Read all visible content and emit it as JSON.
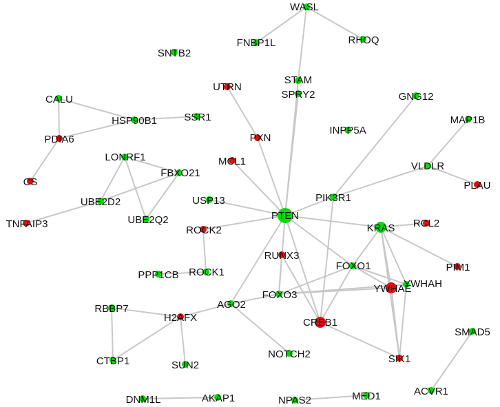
{
  "colors": {
    "upregulated_node": "#00dd00",
    "downregulated_node": "#dd1111",
    "edge": "#c8c8c8",
    "label": "#111111"
  },
  "network": {
    "nodes": [
      {
        "id": "WASL",
        "color": "green"
      },
      {
        "id": "RHOQ",
        "color": "green"
      },
      {
        "id": "FNBP1L",
        "color": "green"
      },
      {
        "id": "SNTB2",
        "color": "green"
      },
      {
        "id": "STAM",
        "color": "green"
      },
      {
        "id": "UTRN",
        "color": "red"
      },
      {
        "id": "CALU",
        "color": "green"
      },
      {
        "id": "GNG12",
        "color": "green"
      },
      {
        "id": "HSP90B1",
        "color": "green"
      },
      {
        "id": "SSR1",
        "color": "green"
      },
      {
        "id": "SPRY2",
        "color": "green"
      },
      {
        "id": "MAP1B",
        "color": "green"
      },
      {
        "id": "PDIA6",
        "color": "red"
      },
      {
        "id": "PXN",
        "color": "red"
      },
      {
        "id": "INPP5A",
        "color": "green"
      },
      {
        "id": "LONRF1",
        "color": "green"
      },
      {
        "id": "MCL1",
        "color": "red"
      },
      {
        "id": "FBXO21",
        "color": "green"
      },
      {
        "id": "VLDLR",
        "color": "green"
      },
      {
        "id": "CS",
        "color": "red"
      },
      {
        "id": "PLAU",
        "color": "red"
      },
      {
        "id": "UBE2D2",
        "color": "green"
      },
      {
        "id": "USP13",
        "color": "green"
      },
      {
        "id": "PIK3R1",
        "color": "green"
      },
      {
        "id": "TNFAIP3",
        "color": "red"
      },
      {
        "id": "UBE2Q2",
        "color": "green"
      },
      {
        "id": "PTEN",
        "color": "green",
        "size": "large"
      },
      {
        "id": "RCL2",
        "color": "red"
      },
      {
        "id": "KRAS",
        "color": "green",
        "size": "medium"
      },
      {
        "id": "ROCK2",
        "color": "red"
      },
      {
        "id": "RUNX3",
        "color": "red"
      },
      {
        "id": "PIM1",
        "color": "red"
      },
      {
        "id": "FOXO1",
        "color": "green"
      },
      {
        "id": "PPP1CB",
        "color": "green"
      },
      {
        "id": "ROCK1",
        "color": "green"
      },
      {
        "id": "YWHAH",
        "color": "green"
      },
      {
        "id": "FOXO3",
        "color": "green"
      },
      {
        "id": "YWHAE",
        "color": "red",
        "size": "medium"
      },
      {
        "id": "RBBP7",
        "color": "green"
      },
      {
        "id": "AGO2",
        "color": "green"
      },
      {
        "id": "H2AFX",
        "color": "red"
      },
      {
        "id": "CREB1",
        "color": "red",
        "size": "medium"
      },
      {
        "id": "CTBP1",
        "color": "green"
      },
      {
        "id": "NOTCH2",
        "color": "green"
      },
      {
        "id": "SIK1",
        "color": "red"
      },
      {
        "id": "SMAD5",
        "color": "green"
      },
      {
        "id": "SUN2",
        "color": "green"
      },
      {
        "id": "ACVR1",
        "color": "green"
      },
      {
        "id": "DNM1L",
        "color": "green"
      },
      {
        "id": "AKAP1",
        "color": "green"
      },
      {
        "id": "NPAS2",
        "color": "green"
      },
      {
        "id": "MED1",
        "color": "green"
      }
    ],
    "edges": [
      [
        "WASL",
        "RHOQ"
      ],
      [
        "WASL",
        "FNBP1L"
      ],
      [
        "WASL",
        "STAM"
      ],
      [
        "STAM",
        "PTEN"
      ],
      [
        "SPRY2",
        "PTEN"
      ],
      [
        "UTRN",
        "PXN"
      ],
      [
        "PXN",
        "PTEN"
      ],
      [
        "PTEN",
        "MCL1"
      ],
      [
        "PTEN",
        "USP13"
      ],
      [
        "PTEN",
        "ROCK2"
      ],
      [
        "PTEN",
        "PIK3R1"
      ],
      [
        "PTEN",
        "KRAS"
      ],
      [
        "PTEN",
        "FOXO3"
      ],
      [
        "PTEN",
        "AGO2"
      ],
      [
        "PTEN",
        "CREB1"
      ],
      [
        "PTEN",
        "FOXO1"
      ],
      [
        "CALU",
        "HSP90B1"
      ],
      [
        "CALU",
        "PDIA6"
      ],
      [
        "HSP90B1",
        "SSR1"
      ],
      [
        "HSP90B1",
        "PDIA6"
      ],
      [
        "PDIA6",
        "CS"
      ],
      [
        "LONRF1",
        "FBXO21"
      ],
      [
        "LONRF1",
        "UBE2D2"
      ],
      [
        "LONRF1",
        "UBE2Q2"
      ],
      [
        "FBXO21",
        "UBE2D2"
      ],
      [
        "FBXO21",
        "UBE2Q2"
      ],
      [
        "UBE2D2",
        "TNFAIP3"
      ],
      [
        "PIK3R1",
        "GNG12"
      ],
      [
        "PIK3R1",
        "VLDLR"
      ],
      [
        "PIK3R1",
        "CREB1"
      ],
      [
        "VLDLR",
        "MAP1B"
      ],
      [
        "VLDLR",
        "PLAU"
      ],
      [
        "KRAS",
        "RCL2"
      ],
      [
        "KRAS",
        "PIM1"
      ],
      [
        "KRAS",
        "FOXO1"
      ],
      [
        "KRAS",
        "YWHAH"
      ],
      [
        "KRAS",
        "YWHAE"
      ],
      [
        "KRAS",
        "SIK1"
      ],
      [
        "ROCK2",
        "ROCK1"
      ],
      [
        "ROCK1",
        "PPP1CB"
      ],
      [
        "RUNX3",
        "FOXO3"
      ],
      [
        "RUNX3",
        "CREB1"
      ],
      [
        "FOXO1",
        "FOXO3"
      ],
      [
        "FOXO1",
        "CREB1"
      ],
      [
        "FOXO1",
        "YWHAH"
      ],
      [
        "FOXO1",
        "YWHAE"
      ],
      [
        "FOXO3",
        "YWHAH"
      ],
      [
        "FOXO3",
        "YWHAE"
      ],
      [
        "YWHAH",
        "SIK1"
      ],
      [
        "YWHAE",
        "SIK1"
      ],
      [
        "CREB1",
        "SIK1"
      ],
      [
        "AGO2",
        "H2AFX"
      ],
      [
        "AGO2",
        "FOXO3"
      ],
      [
        "AGO2",
        "NOTCH2"
      ],
      [
        "H2AFX",
        "RBBP7"
      ],
      [
        "H2AFX",
        "CTBP1"
      ],
      [
        "H2AFX",
        "SUN2"
      ],
      [
        "RBBP7",
        "CTBP1"
      ],
      [
        "SMAD5",
        "ACVR1"
      ],
      [
        "DNM1L",
        "AKAP1"
      ],
      [
        "NPAS2",
        "MED1"
      ]
    ]
  }
}
